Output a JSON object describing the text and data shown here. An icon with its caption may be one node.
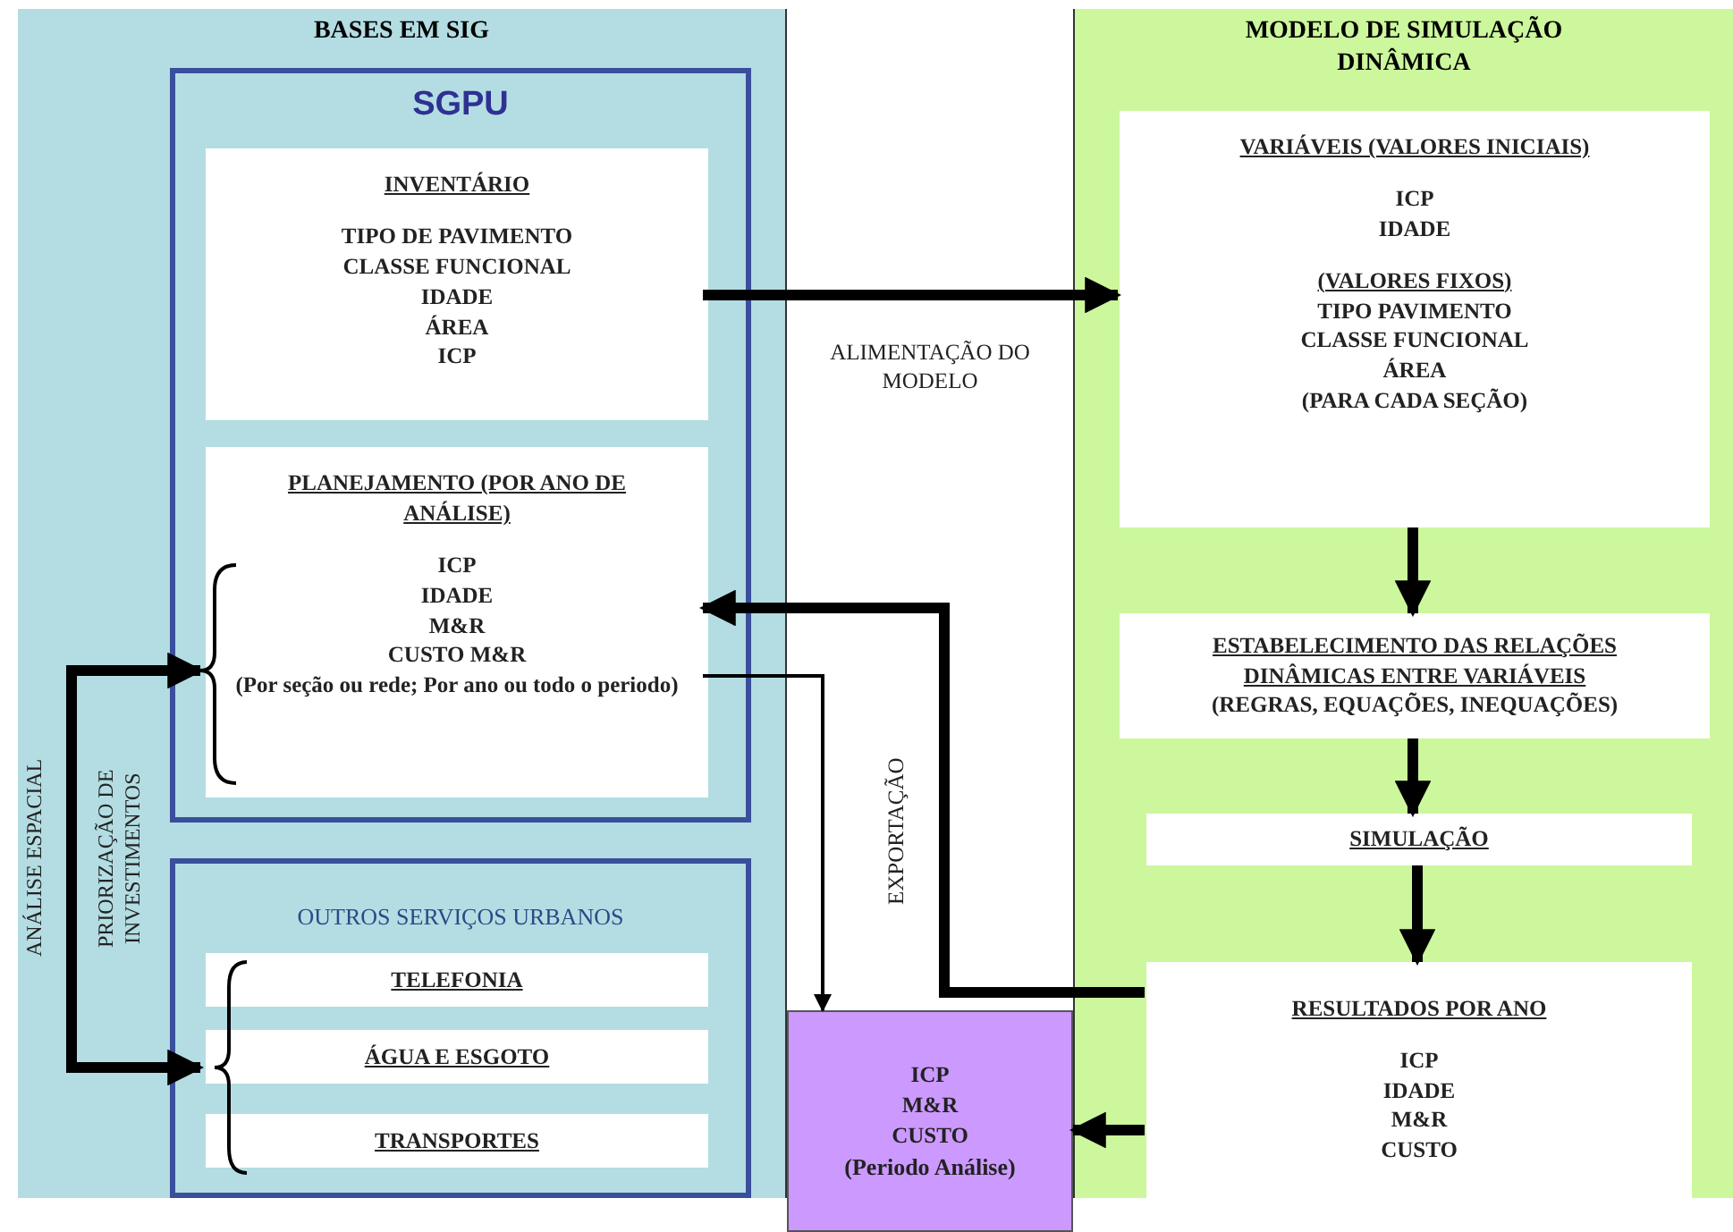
{
  "diagram": {
    "nodes": [
      {
        "text": [
          "BASES EM SIG"
        ]
      },
      {
        "text": [
          "SGPU"
        ],
        "in": 0
      },
      {
        "text": [
          "INVENTÁRIO",
          "TIPO DE PAVIMENTO",
          "CLASSE FUNCIONAL",
          "IDADE",
          "ÁREA",
          "ICP"
        ],
        "in": 1
      },
      {
        "text": [
          "PLANEJAMENTO (POR ANO DE ANÁLISE)",
          "ICP",
          "IDADE",
          "M&R",
          "CUSTO M&R",
          "(Por seção ou rede; Por ano ou todo o periodo)"
        ],
        "in": 1
      },
      {
        "text": [
          "OUTROS SERVIÇOS URBANOS"
        ],
        "in": 0
      },
      {
        "text": [
          "TELEFONIA"
        ],
        "in": 4
      },
      {
        "text": [
          "ÁGUA E ESGOTO"
        ],
        "in": 4
      },
      {
        "text": [
          "TRANSPORTES"
        ],
        "in": 4
      },
      {
        "text": [
          "MODELO DE SIMULAÇÃO DINÂMICA"
        ]
      },
      {
        "text": [
          "VARIÁVEIS (VALORES INICIAIS)",
          "ICP",
          "IDADE",
          "(VALORES FIXOS)",
          "TIPO PAVIMENTO",
          "CLASSE FUNCIONAL",
          "ÁREA",
          "(PARA CADA SEÇÃO)"
        ],
        "in": 8
      },
      {
        "text": [
          "ESTABELECIMENTO DAS RELAÇÕES DINÂMICAS ENTRE VARIÁVEIS",
          "(REGRAS, EQUAÇÕES, INEQUAÇÕES)"
        ],
        "in": 8
      },
      {
        "text": [
          "SIMULAÇÃO"
        ],
        "in": 8
      },
      {
        "text": [
          "RESULTADOS POR ANO",
          "ICP",
          "IDADE",
          "M&R",
          "CUSTO"
        ],
        "in": 8
      },
      {
        "text": [
          "ICP",
          "M&R",
          "CUSTO",
          "(Periodo Análise)"
        ]
      }
    ],
    "edges": [
      {
        "from": 2,
        "to": 9,
        "arrow": "to"
      },
      {
        "from": 12,
        "to": 3,
        "arrow": "to"
      },
      {
        "from": 3,
        "to": 13,
        "arrow": "to"
      },
      {
        "from": 12,
        "to": 13,
        "arrow": "to"
      },
      {
        "from": 9,
        "to": 10,
        "arrow": "to"
      },
      {
        "from": 10,
        "to": 11,
        "arrow": "to"
      },
      {
        "from": 11,
        "to": 12,
        "arrow": "to"
      },
      {
        "from": 3,
        "to": 6,
        "arrow": "both"
      }
    ],
    "labels": [
      "ALIMENTAÇÃO DO MODELO",
      "EXPORTAÇÃO",
      "ANÁLISE ESPACIAL",
      "PRIORIZAÇÃO DE INVESTIMENTOS"
    ]
  }
}
